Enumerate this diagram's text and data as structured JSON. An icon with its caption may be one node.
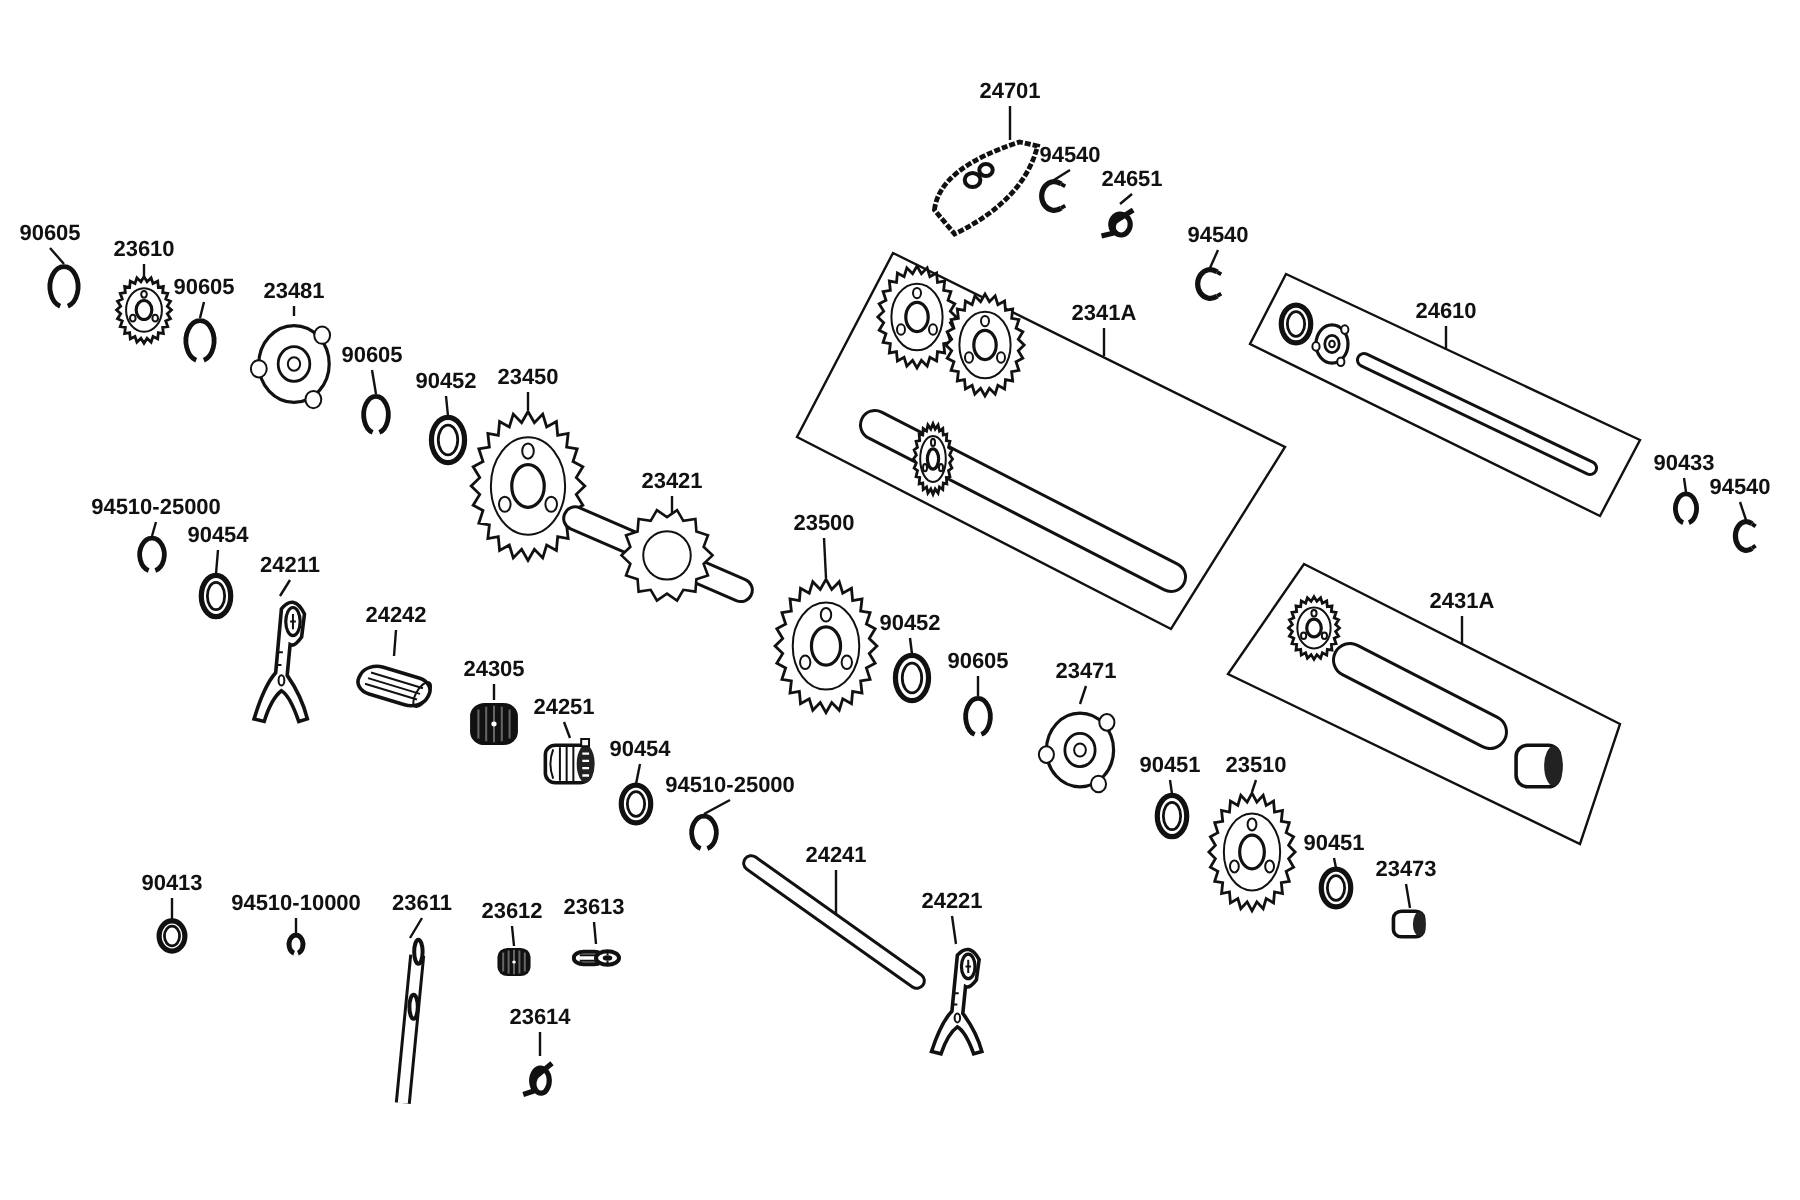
{
  "diagram": {
    "nodes": [
      {
        "text": [
          "24701"
        ]
      },
      {
        "text": [],
        "shape": "picture"
      },
      {
        "text": [
          "94540"
        ]
      },
      {
        "text": [],
        "shape": "picture"
      },
      {
        "text": [
          "24651"
        ]
      },
      {
        "text": [],
        "shape": "picture"
      },
      {
        "text": [
          "94540"
        ]
      },
      {
        "text": [],
        "shape": "picture"
      },
      {
        "text": [
          "24610"
        ]
      },
      {
        "text": [],
        "shape": "box"
      },
      {
        "text": [
          "2341A"
        ]
      },
      {
        "text": [],
        "shape": "box"
      },
      {
        "text": [
          "90605"
        ]
      },
      {
        "text": [],
        "shape": "picture"
      },
      {
        "text": [
          "23610"
        ]
      },
      {
        "text": [],
        "shape": "picture"
      },
      {
        "text": [
          "90605"
        ]
      },
      {
        "text": [],
        "shape": "picture"
      },
      {
        "text": [
          "23481"
        ]
      },
      {
        "text": [],
        "shape": "picture"
      },
      {
        "text": [
          "90605"
        ]
      },
      {
        "text": [],
        "shape": "picture"
      },
      {
        "text": [
          "90452"
        ]
      },
      {
        "text": [],
        "shape": "picture"
      },
      {
        "text": [
          "23450"
        ]
      },
      {
        "text": [],
        "shape": "picture"
      },
      {
        "text": [
          "23421"
        ]
      },
      {
        "text": [],
        "shape": "picture"
      },
      {
        "text": [
          "23500"
        ]
      },
      {
        "text": [],
        "shape": "picture"
      },
      {
        "text": [
          "90433"
        ]
      },
      {
        "text": [],
        "shape": "picture"
      },
      {
        "text": [
          "94540"
        ]
      },
      {
        "text": [],
        "shape": "picture"
      },
      {
        "text": [
          "94510-25000"
        ]
      },
      {
        "text": [],
        "shape": "picture"
      },
      {
        "text": [
          "90454"
        ]
      },
      {
        "text": [],
        "shape": "picture"
      },
      {
        "text": [
          "24211"
        ]
      },
      {
        "text": [],
        "shape": "picture"
      },
      {
        "text": [
          "24242"
        ]
      },
      {
        "text": [],
        "shape": "picture"
      },
      {
        "text": [
          "24305"
        ]
      },
      {
        "text": [],
        "shape": "picture"
      },
      {
        "text": [
          "24251"
        ]
      },
      {
        "text": [],
        "shape": "picture"
      },
      {
        "text": [
          "90454"
        ]
      },
      {
        "text": [],
        "shape": "picture"
      },
      {
        "text": [
          "94510-25000"
        ]
      },
      {
        "text": [],
        "shape": "picture"
      },
      {
        "text": [
          "90452"
        ]
      },
      {
        "text": [],
        "shape": "picture"
      },
      {
        "text": [
          "90605"
        ]
      },
      {
        "text": [],
        "shape": "picture"
      },
      {
        "text": [
          "23471"
        ]
      },
      {
        "text": [],
        "shape": "picture"
      },
      {
        "text": [
          "2431A"
        ]
      },
      {
        "text": [],
        "shape": "box"
      },
      {
        "text": [
          "90451"
        ]
      },
      {
        "text": [],
        "shape": "picture"
      },
      {
        "text": [
          "23510"
        ]
      },
      {
        "text": [],
        "shape": "picture"
      },
      {
        "text": [
          "90451"
        ]
      },
      {
        "text": [],
        "shape": "picture"
      },
      {
        "text": [
          "23473"
        ]
      },
      {
        "text": [],
        "shape": "picture"
      },
      {
        "text": [
          "24241"
        ]
      },
      {
        "text": [],
        "shape": "picture"
      },
      {
        "text": [
          "24221"
        ]
      },
      {
        "text": [],
        "shape": "picture"
      },
      {
        "text": [
          "90413"
        ]
      },
      {
        "text": [],
        "shape": "picture"
      },
      {
        "text": [
          "94510-10000"
        ]
      },
      {
        "text": [],
        "shape": "picture"
      },
      {
        "text": [
          "23611"
        ]
      },
      {
        "text": [],
        "shape": "picture"
      },
      {
        "text": [
          "23612"
        ]
      },
      {
        "text": [],
        "shape": "picture"
      },
      {
        "text": [
          "23613"
        ]
      },
      {
        "text": [],
        "shape": "picture"
      },
      {
        "text": [
          "23614"
        ]
      },
      {
        "text": [],
        "shape": "picture"
      }
    ],
    "edges": [
      {
        "from": 0,
        "to": 1,
        "arrow": "none"
      },
      {
        "from": 2,
        "to": 3,
        "arrow": "none"
      },
      {
        "from": 4,
        "to": 5,
        "arrow": "none"
      },
      {
        "from": 6,
        "to": 7,
        "arrow": "none"
      },
      {
        "from": 8,
        "to": 9,
        "arrow": "none"
      },
      {
        "from": 10,
        "to": 11,
        "arrow": "none"
      },
      {
        "from": 12,
        "to": 13,
        "arrow": "none"
      },
      {
        "from": 14,
        "to": 15,
        "arrow": "none"
      },
      {
        "from": 16,
        "to": 17,
        "arrow": "none"
      },
      {
        "from": 18,
        "to": 19,
        "arrow": "none"
      },
      {
        "from": 20,
        "to": 21,
        "arrow": "none"
      },
      {
        "from": 22,
        "to": 23,
        "arrow": "none"
      },
      {
        "from": 24,
        "to": 25,
        "arrow": "none"
      },
      {
        "from": 26,
        "to": 27,
        "arrow": "none"
      },
      {
        "from": 28,
        "to": 29,
        "arrow": "none"
      },
      {
        "from": 30,
        "to": 31,
        "arrow": "none"
      },
      {
        "from": 32,
        "to": 33,
        "arrow": "none"
      },
      {
        "from": 34,
        "to": 35,
        "arrow": "none"
      },
      {
        "from": 36,
        "to": 37,
        "arrow": "none"
      },
      {
        "from": 38,
        "to": 39,
        "arrow": "none"
      },
      {
        "from": 40,
        "to": 41,
        "arrow": "none"
      },
      {
        "from": 42,
        "to": 43,
        "arrow": "none"
      },
      {
        "from": 44,
        "to": 45,
        "arrow": "none"
      },
      {
        "from": 46,
        "to": 47,
        "arrow": "none"
      },
      {
        "from": 48,
        "to": 49,
        "arrow": "none"
      },
      {
        "from": 50,
        "to": 51,
        "arrow": "none"
      },
      {
        "from": 52,
        "to": 53,
        "arrow": "none"
      },
      {
        "from": 54,
        "to": 55,
        "arrow": "none"
      },
      {
        "from": 56,
        "to": 57,
        "arrow": "none"
      },
      {
        "from": 58,
        "to": 59,
        "arrow": "none"
      },
      {
        "from": 60,
        "to": 61,
        "arrow": "none"
      },
      {
        "from": 62,
        "to": 63,
        "arrow": "none"
      },
      {
        "from": 64,
        "to": 65,
        "arrow": "none"
      },
      {
        "from": 66,
        "to": 67,
        "arrow": "none"
      },
      {
        "from": 68,
        "to": 69,
        "arrow": "none"
      },
      {
        "from": 70,
        "to": 71,
        "arrow": "none"
      },
      {
        "from": 72,
        "to": 73,
        "arrow": "none"
      },
      {
        "from": 74,
        "to": 75,
        "arrow": "none"
      },
      {
        "from": 76,
        "to": 77,
        "arrow": "none"
      },
      {
        "from": 78,
        "to": 79,
        "arrow": "none"
      },
      {
        "from": 80,
        "to": 81,
        "arrow": "none"
      }
    ]
  }
}
